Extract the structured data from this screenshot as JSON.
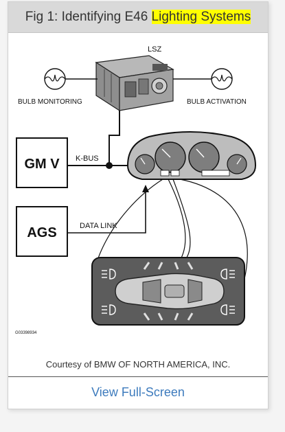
{
  "header": {
    "title_prefix": "Fig 1: Identifying E46 ",
    "title_highlight": "Lighting Systems"
  },
  "figure": {
    "labels": {
      "lsz": "LSZ",
      "bulb_monitoring": "BULB MONITORING",
      "bulb_activation": "BULB ACTIVATION",
      "gm_v": "GM V",
      "k_bus": "K-BUS",
      "ags": "AGS",
      "data_link": "DATA LINK",
      "figure_code": "G03398934"
    }
  },
  "caption": "Courtesy of BMW OF NORTH AMERICA, INC.",
  "fullscreen_link": "View Full-Screen",
  "colors": {
    "highlight": "#ffff00",
    "link": "#3d7bbd",
    "header_bg": "#d9d9d9"
  }
}
